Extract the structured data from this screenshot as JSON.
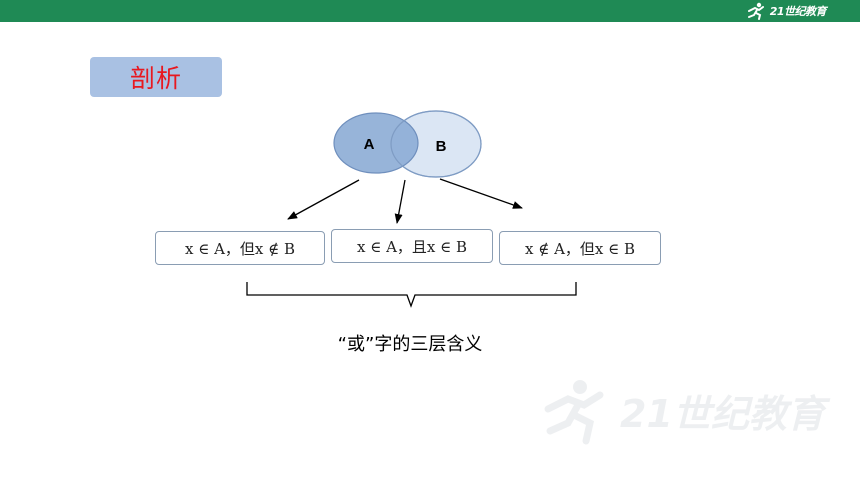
{
  "header": {
    "brand_color": "#1f8a55",
    "logo_text": "21世纪教育"
  },
  "section": {
    "title": "剖析",
    "title_color": "#e8181f",
    "tag_color": "#a9c1e3"
  },
  "venn": {
    "set_a": {
      "label": "A",
      "fill": "#8eaed6"
    },
    "set_b": {
      "label": "B",
      "fill": "#dbe6f4"
    }
  },
  "cases": [
    {
      "text": "x ∈ A，但x ∉ B"
    },
    {
      "text": "x ∈ A，且x ∈ B"
    },
    {
      "text": "x ∉ A，但x ∈ B"
    }
  ],
  "caption": "“或”字的三层含义",
  "watermark_text": "21世纪教育"
}
